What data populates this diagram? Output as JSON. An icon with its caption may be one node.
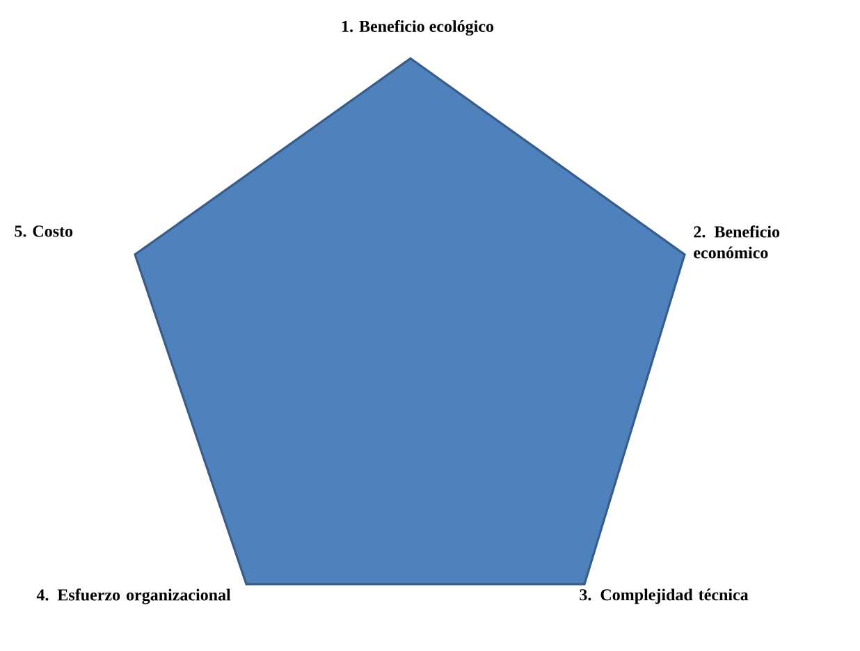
{
  "diagram": {
    "nodes": [
      {
        "text": [],
        "shape": "pentagon"
      }
    ],
    "labels": [
      "1.  Beneficio ecológico",
      "2.  Beneficio económico",
      "3.  Complejidad técnica",
      "4.  Esfuerzo organizacional",
      "5.  Costo"
    ]
  }
}
